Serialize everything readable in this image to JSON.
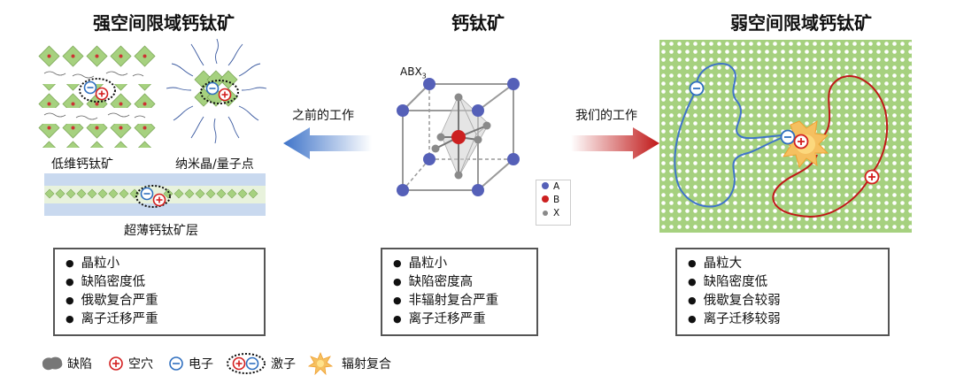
{
  "titles": {
    "left": "强空间限域钙钛矿",
    "center": "钙钛矿",
    "right": "弱空间限域钙钛矿"
  },
  "left_panel": {
    "low_dim_label": "低维钙钛矿",
    "nanocrystal_label": "纳米晶/量子点",
    "ultrathin_label": "超薄钙钛矿层"
  },
  "center_panel": {
    "formula": "ABX",
    "formula_sub": "3",
    "legend": [
      "A",
      "B",
      "X"
    ]
  },
  "arrows": {
    "previous_work": "之前的工作",
    "our_work": "我们的工作"
  },
  "boxes": {
    "left": [
      "晶粒小",
      "缺陷密度低",
      "俄歇复合严重",
      "离子迁移严重"
    ],
    "center": [
      "晶粒小",
      "缺陷密度高",
      "非辐射复合严重",
      "离子迁移严重"
    ],
    "right": [
      "晶粒大",
      "缺陷密度低",
      "俄歇复合较弱",
      "离子迁移较弱"
    ]
  },
  "legend": {
    "defect": "缺陷",
    "hole": "空穴",
    "electron": "电子",
    "exciton": "激子",
    "radiative": "辐射复合"
  },
  "colors": {
    "hole": "#d42020",
    "electron": "#2f6fbf",
    "arrow_blue": "#3f74c9",
    "arrow_red": "#c01818",
    "lattice_green": "#a6d17f",
    "atom_A": "#5560b8",
    "atom_B": "#cc2020",
    "atom_X": "#8a8a8a"
  }
}
